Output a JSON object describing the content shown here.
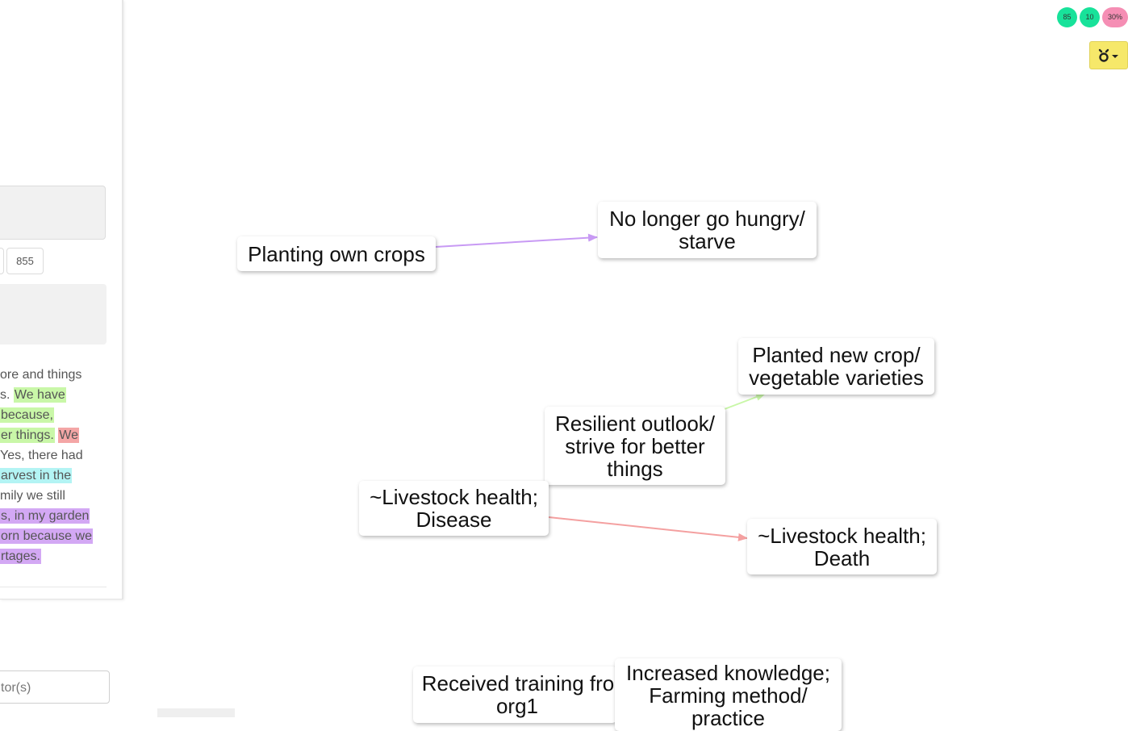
{
  "left_panel": {
    "tag_value": "855",
    "text_lines": [
      [
        {
          "t": "ore and things",
          "h": ""
        }
      ],
      [
        {
          "t": "s. ",
          "h": ""
        },
        {
          "t": "We have",
          "h": "green"
        }
      ],
      [
        {
          "t": " because,",
          "h": "green"
        }
      ],
      [
        {
          "t": "er things.",
          "h": "green"
        },
        {
          "t": " ",
          "h": ""
        },
        {
          "t": "We",
          "h": "red"
        }
      ],
      [
        {
          "t": "Yes, there had",
          "h": ""
        }
      ],
      [
        {
          "t": "arvest in the",
          "h": "cyan"
        }
      ],
      [
        {
          "t": "mily we still",
          "h": ""
        }
      ],
      [
        {
          "t": "s, in my garden",
          "h": "purple"
        }
      ],
      [
        {
          "t": "orn because we",
          "h": "purple"
        }
      ],
      [
        {
          "t": "rtages.",
          "h": "purple"
        }
      ]
    ],
    "actor_input_text": "tor(s)"
  },
  "status_badges": [
    "85",
    "10",
    "30%"
  ],
  "toolbar": {
    "tool_icon": "link-tool-icon",
    "dropdown_icon": "caret-down-icon"
  },
  "colors": {
    "green": "#c9f7a8",
    "red": "#f4a6a6",
    "cyan": "#b3f4f4",
    "purple": "#d3a8f4",
    "badge_green": "#18e29a",
    "badge_pink": "#f58eb4",
    "tool_yellow": "#f6e86a"
  },
  "nodes": {
    "planting_own_crops": {
      "lines": [
        "Planting own crops"
      ]
    },
    "no_longer_hungry": {
      "lines": [
        "No longer go hungry/",
        "starve"
      ]
    },
    "planted_new_crop": {
      "lines": [
        "Planted new crop/",
        "vegetable varieties"
      ]
    },
    "resilient_outlook": {
      "lines": [
        "Resilient outlook/",
        "strive for better",
        "things"
      ]
    },
    "livestock_disease": {
      "lines": [
        "~Livestock health;",
        "Disease"
      ]
    },
    "livestock_death": {
      "lines": [
        "~Livestock health;",
        "Death"
      ]
    },
    "received_training": {
      "lines": [
        "Received training fro",
        "org1"
      ]
    },
    "increased_knowledge": {
      "lines": [
        "Increased knowledge;",
        "Farming method/",
        "practice"
      ]
    }
  }
}
